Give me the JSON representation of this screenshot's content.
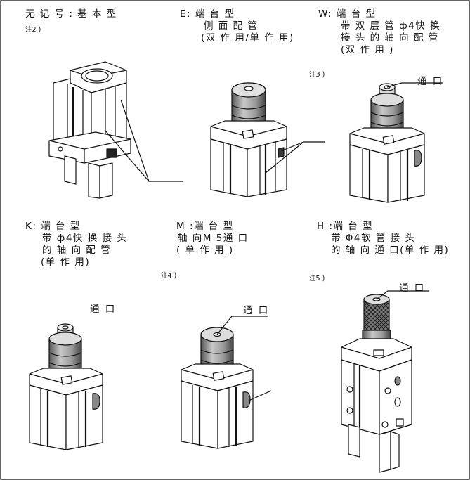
{
  "panels": [
    {
      "id": "basic",
      "lines": [
        "无 记 号 : 基 本 型"
      ],
      "note": "注2 )"
    },
    {
      "id": "E",
      "lines": [
        "E:  端 台 型",
        "侧 面 配 管",
        "(双 作 用/单 作 用)"
      ],
      "note": ""
    },
    {
      "id": "W",
      "lines": [
        "W: 端 台 型",
        "带 双 层 管 ф4快 换",
        "接 头 的 轴 向 配 管",
        "(双 作 用 )"
      ],
      "note": "注3 )",
      "port": "通 口"
    },
    {
      "id": "K",
      "lines": [
        "K: 端 台 型",
        "带 ф4快 换 接 头",
        "的 轴 向 配 管",
        "(单 作 用)"
      ],
      "note": "",
      "port": "通 口"
    },
    {
      "id": "M",
      "lines": [
        "M :端 台 型",
        "轴 向M 5通 口",
        "( 单 作 用 )"
      ],
      "note": "注4 )",
      "port": "通 口"
    },
    {
      "id": "H",
      "lines": [
        "H :端 台 型",
        "带 Φ4软 管 接 头",
        "的 轴 向 通 口(单 作 用)"
      ],
      "note": "注5 )",
      "port": "通 口"
    }
  ],
  "colors": {
    "line": "#111111",
    "fill": "#ffffff",
    "shade": "#9a9a9a",
    "dark": "#333333"
  }
}
